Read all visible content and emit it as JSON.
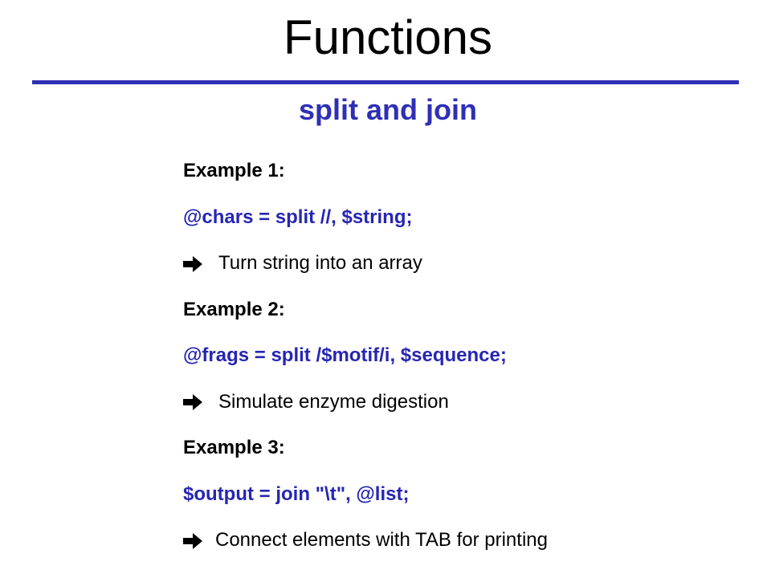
{
  "title": "Functions",
  "subtitle": "split and join",
  "colors": {
    "accent": "#2f2fb5",
    "code": "#2626b3",
    "text": "#000000"
  },
  "lines": [
    {
      "kind": "label",
      "text": "Example 1:"
    },
    {
      "kind": "code",
      "text": "@chars = split //, $string;"
    },
    {
      "kind": "note",
      "icon": "right-arrow-icon",
      "text": "Turn string into an array"
    },
    {
      "kind": "label",
      "text": "Example 2:"
    },
    {
      "kind": "code",
      "text": "@frags = split /$motif/i, $sequence;"
    },
    {
      "kind": "note",
      "icon": "right-arrow-icon",
      "text": "Simulate enzyme digestion"
    },
    {
      "kind": "label",
      "text": "Example 3:"
    },
    {
      "kind": "code",
      "text": "$output = join \"\\t\", @list;"
    },
    {
      "kind": "note",
      "icon": "right-arrow-icon",
      "text": "Connect elements with TAB for printing"
    }
  ]
}
